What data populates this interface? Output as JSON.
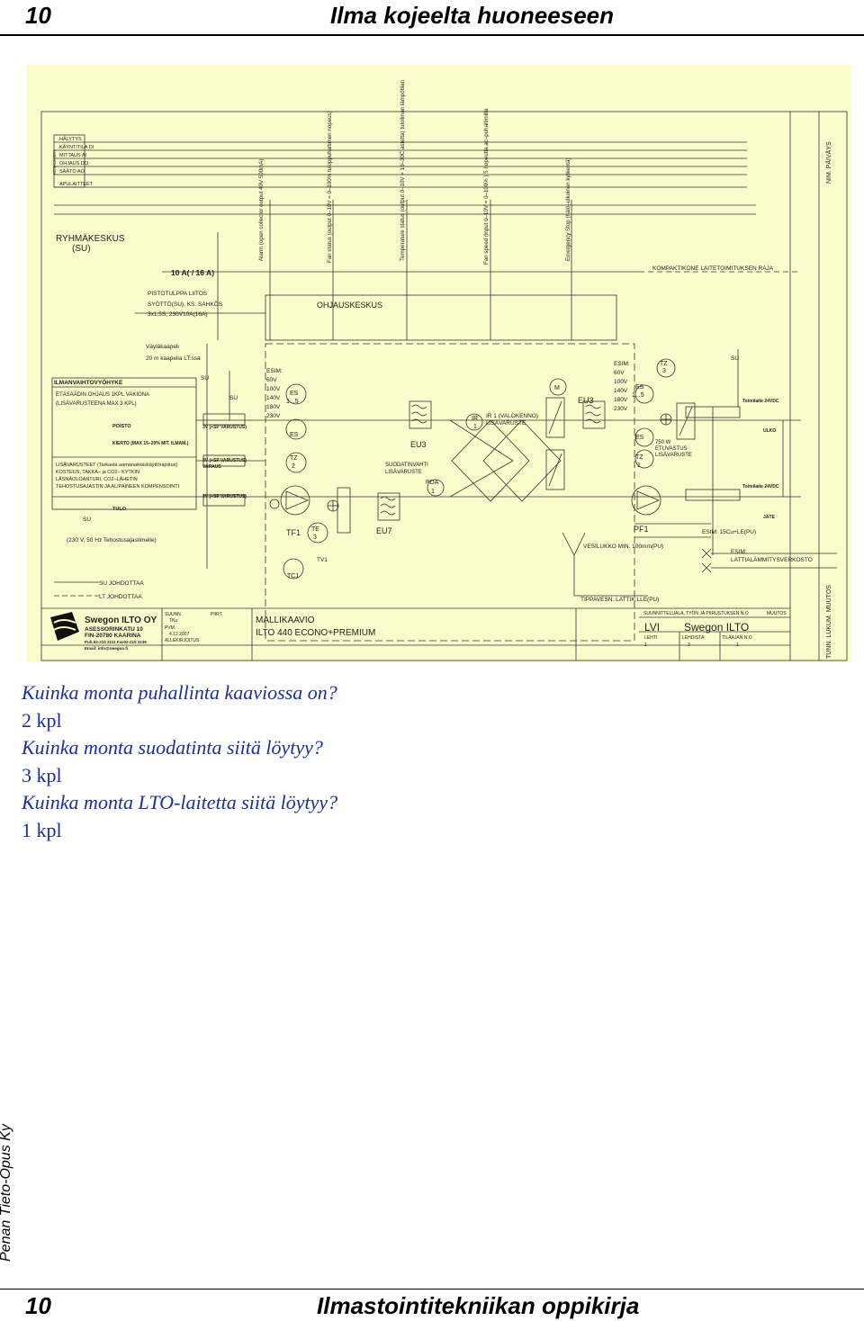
{
  "header": {
    "page_number": "10",
    "title": "Ilma kojeelta huoneeseen"
  },
  "diagram": {
    "group_box_rows": [
      "HÄLYTYS",
      "KÄYNTITILA DI",
      "MITTAUS AI",
      "OHJAUS DO",
      "SÄÄTÖ AO",
      "APULAITTEET"
    ],
    "group_box_side": "KESKUKSEN",
    "ryhmakeskus": [
      "RYHMÄKESKUS",
      "(SU)"
    ],
    "fuse": "10 A( / 16 A)",
    "vertical_signals": [
      "Alarm (open collector output 40V 500mA)",
      "Fan status (output 0–10V = 0–100% tuloppuhaltimen nopeus)",
      "Temperature status (output 0–10V = 10–30C astetta) tuloilman lämpötilan",
      "Fan speed (input 0–10V = 0–100% ) 5 nopeutta ac–puhaltimilla",
      "Emergency Stop (hälö–ulkoinen kytkentä)"
    ],
    "kompaktikone": "KOMPAKTIKONE LAITETOIMITUKSEN RAJA",
    "pistotulppa": [
      "PISTOTULPPA LIITOS",
      "SYÖTTÖ(SU), KS. SÄHKÖS",
      "3x1,5S, 230V10A(16A)"
    ],
    "ohjauskeskus": "OHJAUSKESKUS",
    "vaylakaapeli": [
      "Väyläkaapeli",
      "20 m kaapelia LT:ssa"
    ],
    "ilmanvaihto_title": "ILMANVAIHTOVYÖHYKE",
    "ilmanvaihto_lines": [
      "ETÄSÄÄDIN OHJAUS 1KPL VAKIONA",
      "(LISÄVARUSTEENA MAX 3 KPL)"
    ],
    "poisto": "POISTO",
    "kierto": "KIERTO (MAX 15–20% MIT. ILMAM.)",
    "lisavarusteet": [
      "LISÄVARUSTEET (Tarkasta aamanaikoiskäyttörajoitus)",
      "KOSTEUS, TAKKA– ja CO2– KYTKIN",
      "LÄSNÄOLOANTURI, CO2–LÄHETIN",
      "TEHOSTUSAJASTIN JA ALIPAINEEN KOMPENSOINTI"
    ],
    "tulo": "TULO",
    "tehostus": "(230 V, 50 Hz Tehostusajastimelle)",
    "su": "SU",
    "varustus": "3V (+SP VARUSTUS)",
    "varaus": "VARAUS",
    "esim_left": [
      "ESIM:",
      "60V",
      "100V",
      "140V",
      "180V",
      "230V"
    ],
    "es": "ES",
    "es_range": [
      "ES",
      "1...5"
    ],
    "tz2": [
      "TZ",
      "2"
    ],
    "tf1": "TF1",
    "te3": [
      "TE",
      "3"
    ],
    "tv1": "TV1",
    "tc1": "TC1",
    "eu7": "EU7",
    "eu3": "EU3",
    "suodatinvahti": [
      "SUODATINVAHTI",
      "LISÄVARUSTE"
    ],
    "pda1": [
      "PDA",
      "1"
    ],
    "ir1": [
      "IR",
      "1"
    ],
    "ir1_label": [
      "IR 1 (VALOKENNO)",
      "LISÄVARUSTE"
    ],
    "m": "M",
    "esim_right": [
      "ESIM:",
      "60V",
      "100V",
      "140V",
      "180V",
      "230V"
    ],
    "tz3": [
      "TZ",
      "3"
    ],
    "tz1": [
      "TZ",
      "1"
    ],
    "etuvastus": [
      "750 W",
      "ETUVASTUS",
      "LISÄVARUSTE"
    ],
    "pf1": "PF1",
    "toimilaite": "Toimilaite 24VDC",
    "ulko": "ULKO",
    "jate": "JÄTE",
    "esim_15cu": "ESIM: 15Cu+LE(PU)",
    "lattia": [
      "ESIM:",
      "LATTIALÄMMITYSVERKOSTO"
    ],
    "vesilukko": "VESILUKKO MIN. 100mm(PU)",
    "tippavesi": "TIPPAVESN. LATTIK:LLE(PU)",
    "su_johdottaa": "SU JOHDOTTAA",
    "lt_johdottaa": "LT JOHDOTTAA",
    "swegon": [
      "Swegon ILTO OY",
      "ASESSORINKATU 10",
      "FIN-20780 KAARINA",
      "Puh.02-210 3111 Fax02-210 3139",
      "Email: info@swegon.fi"
    ],
    "suunn": [
      "SUUNN.",
      "TKu"
    ],
    "pvm": [
      "PVM.",
      "4.12.2007"
    ],
    "allekirjoitus": "ALLEKIRJOITUS",
    "piirt": "PIIRT.",
    "mallikaavio": [
      "MALLIKAAVIO",
      "ILTO 440 ECONO+PREMIUM"
    ],
    "suunnittelu_header": "SUUNNITTELUALA, TYÖN JA PIIRUSTUKSEN N:O",
    "muutos": "MUUTOS",
    "lvi": "LVI",
    "swegon_ilto": "Swegon ILTO",
    "lehti": [
      "LEHTI",
      "1"
    ],
    "lehdista": [
      "LEHDISTÄ",
      "3"
    ],
    "tilaajan": [
      "TILAAJAN N:O",
      "1"
    ],
    "right_top": "NIM. PÄIVÄYS",
    "right_bottom": "TUNN. LUKUM. MUUTOS"
  },
  "qa": {
    "q1": "Kuinka monta puhallinta kaaviossa on?",
    "a1": "2 kpl",
    "q2": "Kuinka monta suodatinta siitä löytyy?",
    "a2": "3 kpl",
    "q3": "Kuinka monta LTO-laitetta siitä löytyy?",
    "a3": "1 kpl"
  },
  "side_text": "Penan Tieto-Opus Ky",
  "footer": {
    "page_number": "10",
    "title": "Ilmastointitekniikan oppikirja"
  }
}
